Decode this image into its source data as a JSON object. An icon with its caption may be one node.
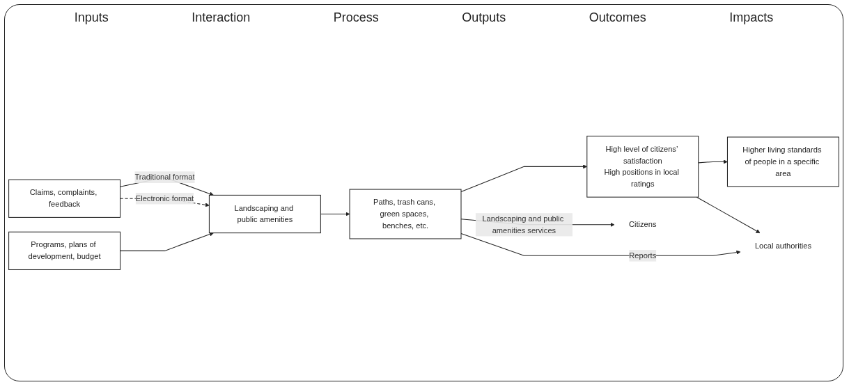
{
  "diagram": {
    "nodes": [
      {
        "text": [
          "Citizens"
        ]
      },
      {
        "text": [
          "Local authorities"
        ]
      },
      {
        "text": [
          "Claims, complaints, feedback"
        ]
      },
      {
        "text": [
          "Programs, plans of development, budget"
        ]
      },
      {
        "text": [
          "Landscaping and public amenities"
        ]
      },
      {
        "text": [
          "Paths, trash cans, green spaces, benches, etc."
        ]
      },
      {
        "text": [
          "High level of citizens’ satisfaction",
          "High positions in local ratings"
        ]
      },
      {
        "text": [
          "Higher living standards of people in a specific area"
        ]
      }
    ],
    "edges": [
      {
        "from": 2,
        "to": 4,
        "arrow": "to",
        "label": "Traditional format"
      },
      {
        "from": 2,
        "to": 4,
        "arrow": "to",
        "label": "Electronic format",
        "style": "dashed"
      },
      {
        "from": 3,
        "to": 4,
        "arrow": "to"
      },
      {
        "from": 4,
        "to": 5,
        "arrow": "to"
      },
      {
        "from": 5,
        "to": 6,
        "arrow": "to"
      },
      {
        "from": 6,
        "to": 7,
        "arrow": "to"
      },
      {
        "from": 5,
        "to": 0,
        "arrow": "to",
        "label": "Landscaping and public amenities services"
      },
      {
        "from": 5,
        "to": 1,
        "arrow": "to",
        "label": "Reports"
      },
      {
        "from": 6,
        "to": 1,
        "arrow": "to"
      }
    ],
    "labels": [
      "Inputs",
      "Interaction",
      "Process",
      "Outputs",
      "Outcomes",
      "Impacts"
    ]
  }
}
